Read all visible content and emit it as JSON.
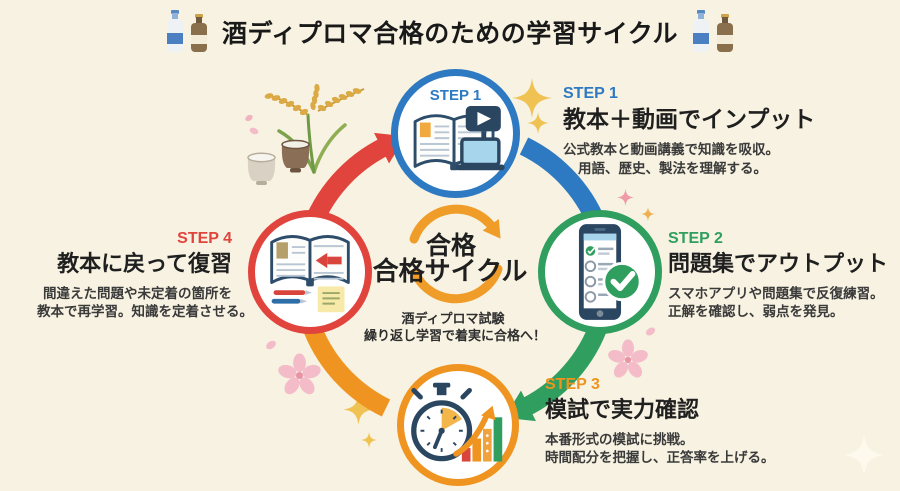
{
  "background": "#f7f2e1",
  "title": {
    "text": "酒ディプロマ合格のための学習サイクル",
    "left_icon": "sake-bottles-icon",
    "right_icon": "sake-bottles-icon"
  },
  "center": {
    "badge": "合格",
    "label": "合格サイクル",
    "caption_line1": "酒ディプロマ試験",
    "caption_line2": "繰り返し学習で着実に合格へ！",
    "arrow_color": "#f09c28"
  },
  "steps": [
    {
      "label": "STEP 1",
      "circle_label": "STEP 1",
      "heading": "教本＋動画でインプット",
      "desc_line1": "公式教本と動画講義で知識を吸収。",
      "desc_line2": "用語、歴史、製法を理解する。",
      "color": "#2e7ac2",
      "icon": "book-laptop-video-icon"
    },
    {
      "label": "STEP 2",
      "heading": "問題集でアウトプット",
      "desc_line1": "スマホアプリや問題集で反復練習。",
      "desc_line2": "正解を確認し、弱点を発見。",
      "color": "#2f9e5e",
      "icon": "smartphone-checklist-icon"
    },
    {
      "label": "STEP 3",
      "heading": "模試で実力確認",
      "desc_line1": "本番形式の模試に挑戦。",
      "desc_line2": "時間配分を把握し、正答率を上げる。",
      "color": "#ef9420",
      "icon": "stopwatch-chart-icon"
    },
    {
      "label": "STEP 4",
      "heading": "教本に戻って復習",
      "desc_line1": "間違えた問題や未定着の箇所を",
      "desc_line2": "教本で再学習。知識を定着させる。",
      "color": "#e0443c",
      "icon": "open-book-review-icon"
    }
  ],
  "decorations": {
    "items": [
      "rice-plant-icon",
      "sake-cups-icon",
      "cherry-blossom-icon",
      "sparkle-icon"
    ],
    "gold_sparkle": "#f0c253",
    "pink_blossom": "#f3bcc8"
  }
}
